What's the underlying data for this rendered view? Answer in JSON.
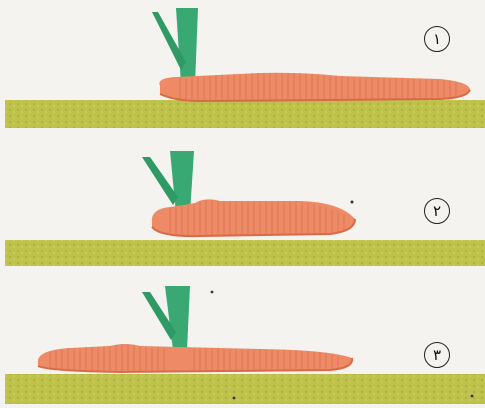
{
  "figure": {
    "steps": [
      {
        "number": "١"
      },
      {
        "number": "٢"
      },
      {
        "number": "٣"
      }
    ]
  },
  "colors": {
    "worm": "#ee8a66",
    "worm_dark": "#d76a48",
    "grass": "#bfc24a",
    "stem": "#39a873",
    "background": "#f4f3ef"
  }
}
